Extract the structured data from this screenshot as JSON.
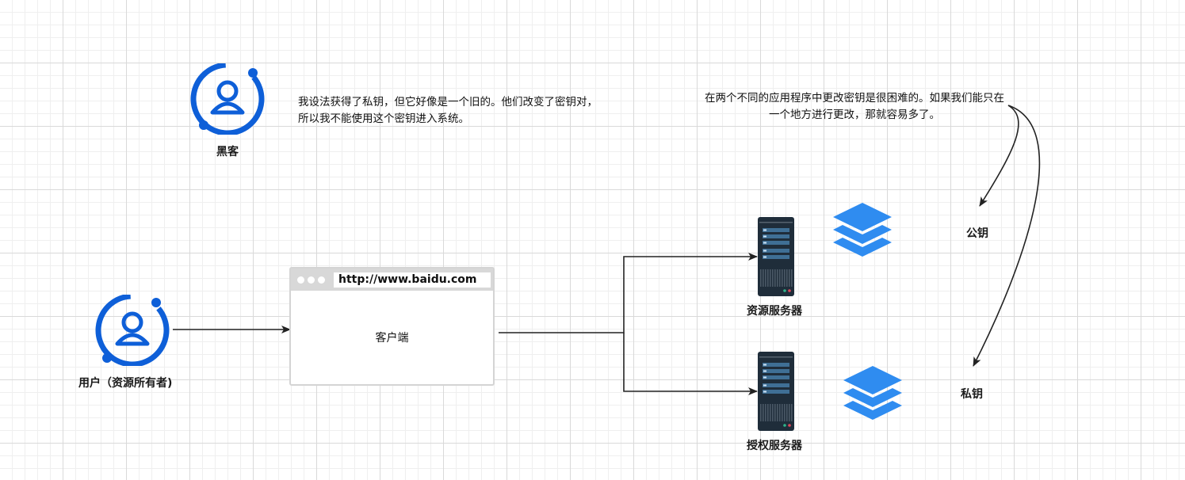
{
  "actors": {
    "hacker": {
      "label": "黑客",
      "icon": "user-circle-icon",
      "color": "#0e5fd8"
    },
    "user": {
      "label": "用户（资源所有者)",
      "icon": "user-circle-icon",
      "color": "#0e5fd8"
    }
  },
  "notes": {
    "hacker_note": "我设法获得了私钥，但它好像是一个旧的。他们改变了密钥对，所以我不能使用这个密钥进入系统。",
    "key_note": "在两个不同的应用程序中更改密钥是很困难的。如果我们能只在一个地方进行更改，那就容易多了。"
  },
  "client": {
    "url": "http://www.baidu.com",
    "label": "客户端"
  },
  "servers": {
    "resource": {
      "label": "资源服务器",
      "icon": "server-icon"
    },
    "auth": {
      "label": "授权服务器",
      "icon": "server-icon"
    }
  },
  "keys": {
    "public": {
      "label": "公钥",
      "icon": "layers-icon",
      "color": "#2f8cf0"
    },
    "private": {
      "label": "私钥",
      "icon": "layers-icon",
      "color": "#2f8cf0"
    }
  }
}
